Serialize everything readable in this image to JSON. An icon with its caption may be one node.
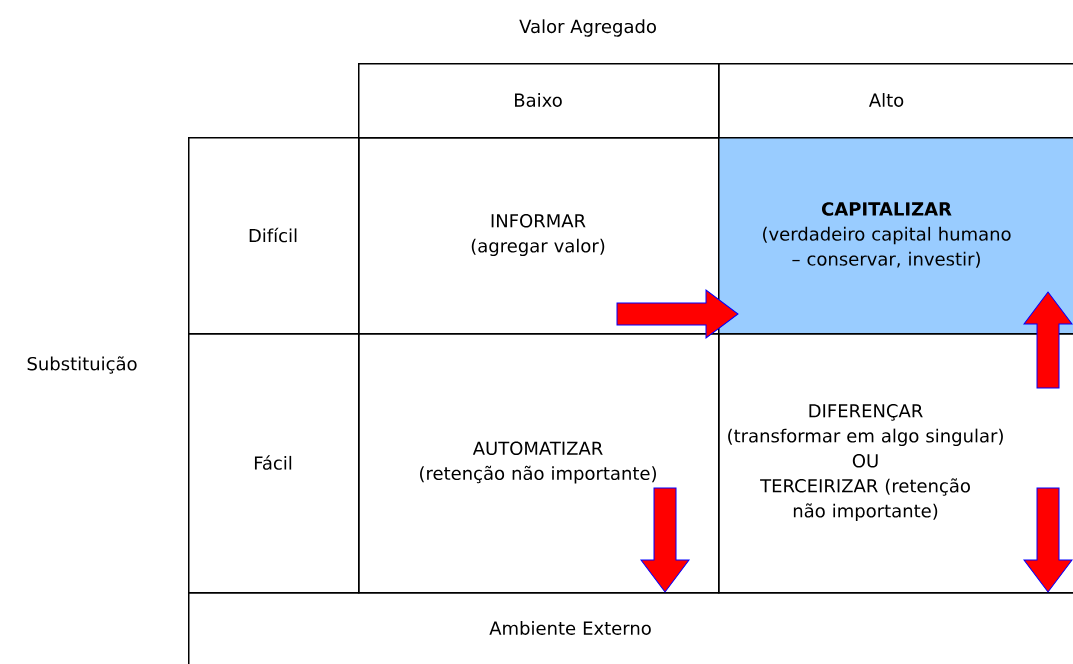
{
  "diagram": {
    "nodes": [
      {
        "text": [
          "Baixo"
        ]
      },
      {
        "text": [
          "Alto"
        ]
      },
      {
        "text": [
          "Difícil"
        ]
      },
      {
        "text": [
          "INFORMAR",
          "(agregar valor)"
        ]
      },
      {
        "text": [
          "CAPITALIZAR",
          "(verdadeiro capital humano – conservar, investir)"
        ]
      },
      {
        "text": [
          "Fácil"
        ]
      },
      {
        "text": [
          "AUTOMATIZAR",
          "(retenção não importante)"
        ]
      },
      {
        "text": [
          "DIFERENÇAR",
          "(transformar em algo singular)",
          "OU",
          "TERCEIRIZAR (retenção não importante)"
        ]
      },
      {
        "text": [
          "Ambiente Externo"
        ]
      }
    ],
    "edges": [
      {
        "from": 3,
        "to": 4,
        "arrow": "to"
      },
      {
        "from": 7,
        "to": 4,
        "arrow": "to"
      },
      {
        "from": 6,
        "to": 8,
        "arrow": "to"
      },
      {
        "from": 7,
        "to": 8,
        "arrow": "to"
      }
    ],
    "labels": [
      "Valor Agregado",
      "Substituição"
    ]
  }
}
